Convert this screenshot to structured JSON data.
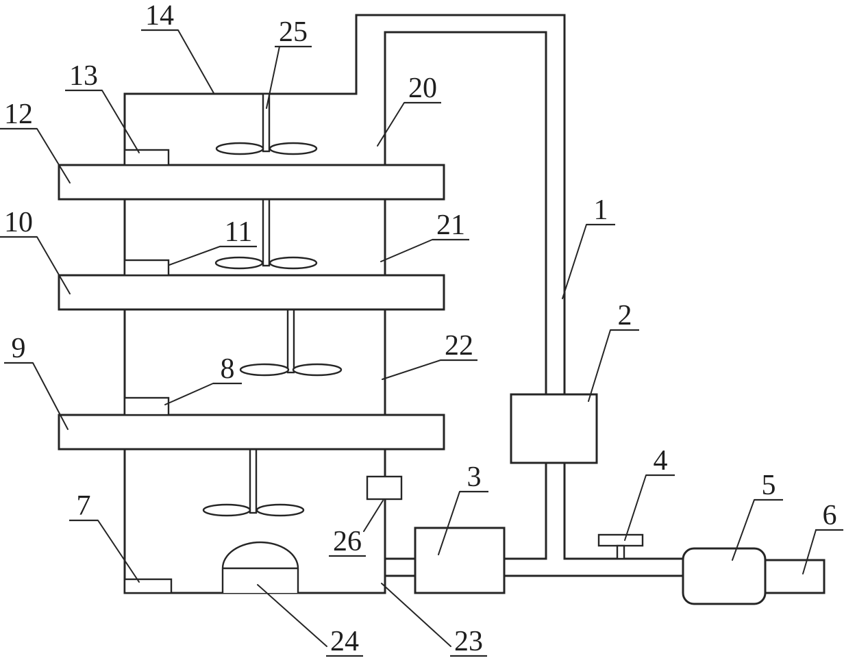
{
  "figure": {
    "background_color": "#ffffff",
    "line_color": "#252525"
  },
  "labels": {
    "n1": "1",
    "n2": "2",
    "n3": "3",
    "n4": "4",
    "n5": "5",
    "n6": "6",
    "n7": "7",
    "n8": "8",
    "n9": "9",
    "n10": "10",
    "n11": "11",
    "n12": "12",
    "n13": "13",
    "n14": "14",
    "n20": "20",
    "n21": "21",
    "n22": "22",
    "n23": "23",
    "n24": "24",
    "n25": "25",
    "n26": "26"
  }
}
